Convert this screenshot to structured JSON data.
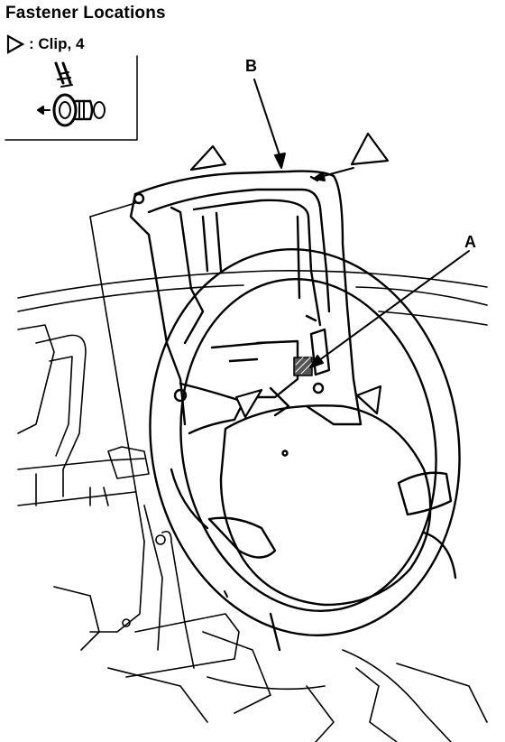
{
  "title": "Fastener Locations",
  "legend": {
    "symbol": "triangle-outline-icon",
    "text": ": Clip, 4"
  },
  "callouts": {
    "a": "A",
    "b": "B"
  },
  "colors": {
    "ink": "#000000",
    "paper": "#ffffff",
    "marker": "#555555"
  }
}
